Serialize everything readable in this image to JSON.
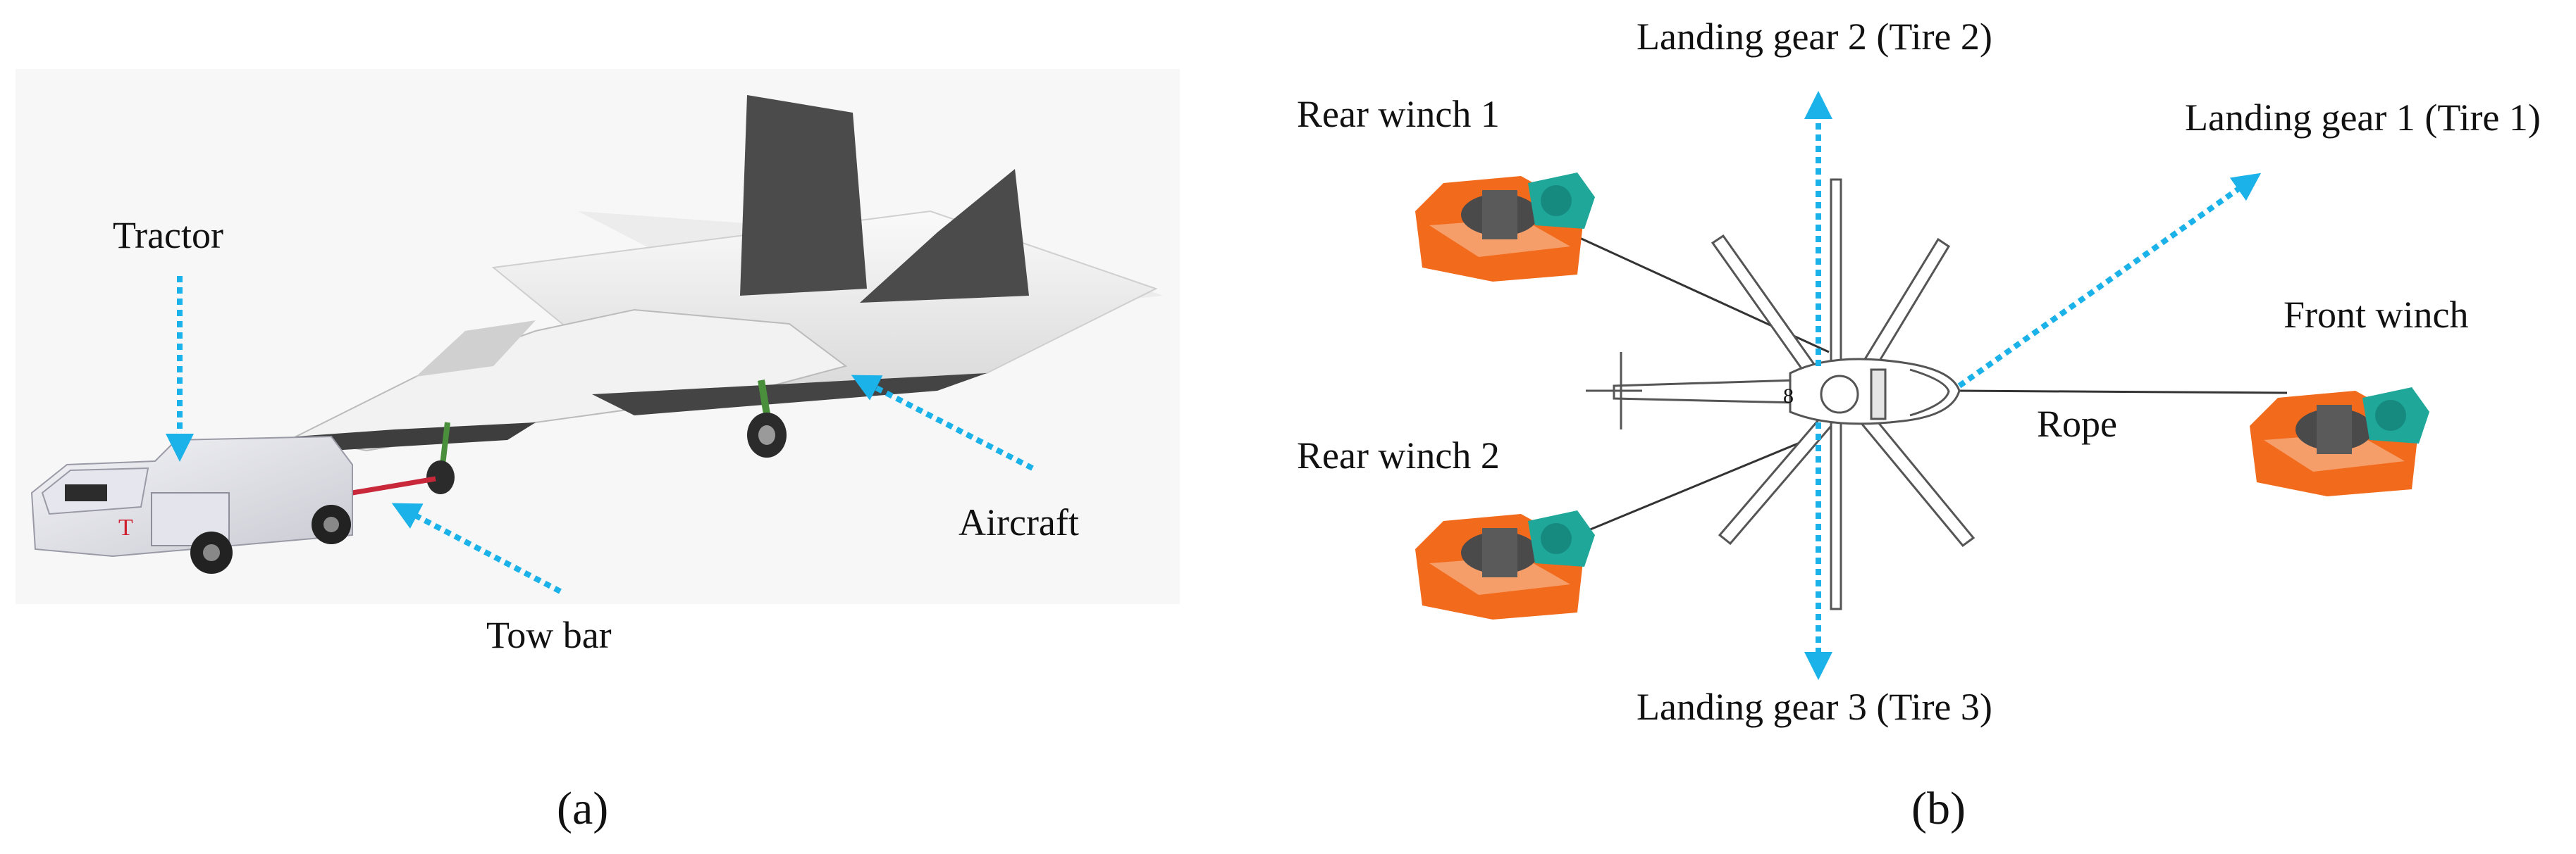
{
  "panel_a": {
    "caption": "(a)",
    "labels": {
      "tractor": "Tractor",
      "tow_bar": "Tow bar",
      "aircraft": "Aircraft"
    }
  },
  "panel_b": {
    "caption": "(b)",
    "labels": {
      "landing_gear_1": "Landing gear 1 (Tire 1)",
      "landing_gear_2": "Landing gear 2 (Tire 2)",
      "landing_gear_3": "Landing gear 3 (Tire 3)",
      "rear_winch_1": "Rear winch 1",
      "rear_winch_2": "Rear winch 2",
      "front_winch": "Front winch",
      "rope": "Rope"
    },
    "helicopter_marking": "8"
  },
  "colors": {
    "arrow_blue": "#1ab2e8",
    "winch_orange": "#f26a1b",
    "winch_teal": "#1fa79a",
    "winch_drum": "#4a4a4a",
    "aircraft_dark": "#4b4b4b",
    "aircraft_light": "#e9e9e9",
    "tow_bar_red": "#c8283a"
  }
}
